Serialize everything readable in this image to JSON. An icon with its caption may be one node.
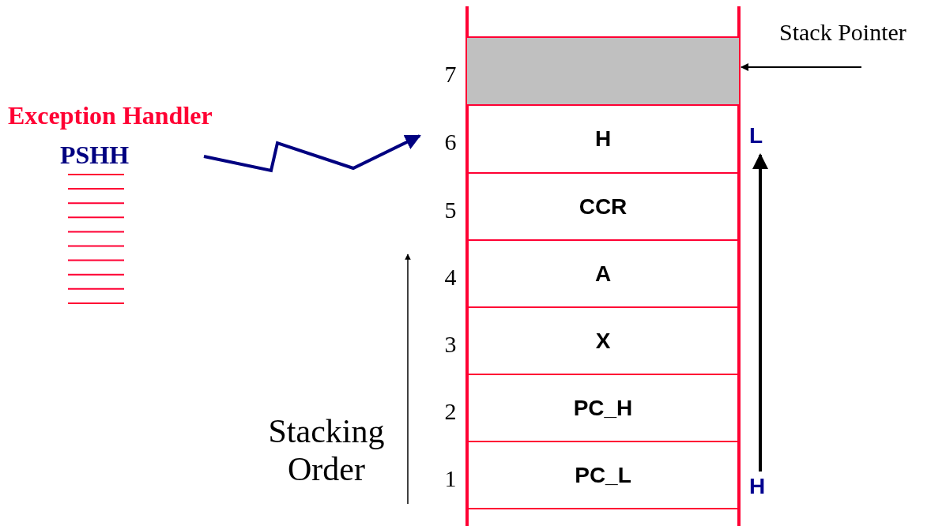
{
  "diagram": {
    "nodes": [
      {
        "text": [
          "PSHH"
        ]
      },
      {
        "text": [
          "Stack Pointer"
        ]
      },
      {
        "text": [],
        "shape": "box",
        "beside": [
          "7"
        ]
      },
      {
        "text": [
          "H"
        ],
        "beside": [
          "6"
        ]
      },
      {
        "text": [
          "CCR"
        ],
        "beside": [
          "5"
        ]
      },
      {
        "text": [
          "A"
        ],
        "beside": [
          "4"
        ]
      },
      {
        "text": [
          "X"
        ],
        "beside": [
          "3"
        ]
      },
      {
        "text": [
          "PC_H"
        ],
        "beside": [
          "2"
        ]
      },
      {
        "text": [
          "PC_L"
        ],
        "beside": [
          "1"
        ]
      },
      {
        "text": [],
        "shape": "box"
      }
    ],
    "edges": [
      {
        "from": 0,
        "to": 3,
        "arrow": "to",
        "style": "thick",
        "color": "#000080"
      },
      {
        "from": 1,
        "to": 2,
        "arrow": "to",
        "color": "#000000"
      }
    ],
    "labels": [
      "Exception Handler",
      "Stacking Order",
      "L",
      "H"
    ]
  }
}
